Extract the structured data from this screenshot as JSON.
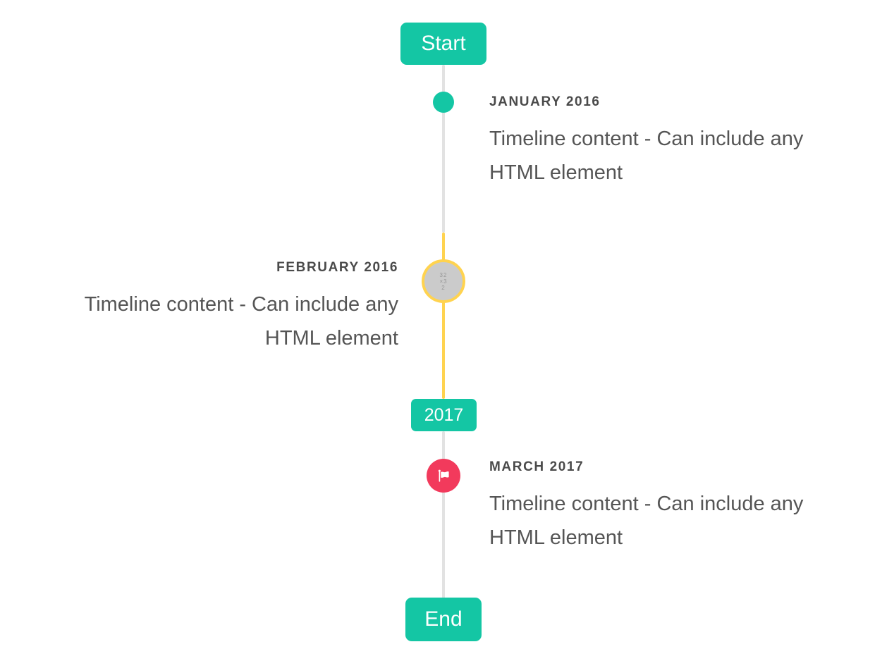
{
  "timeline": {
    "start_label": "Start",
    "end_label": "End",
    "year_badge": "2017",
    "items": [
      {
        "date": "JANUARY 2016",
        "content": "Timeline content - Can include any HTML element",
        "side": "right",
        "marker": "teal-dot"
      },
      {
        "date": "FEBRUARY 2016",
        "content": "Timeline content - Can include any HTML element",
        "side": "left",
        "marker": "avatar-placeholder",
        "avatar_placeholder_text": "32 ×32"
      },
      {
        "date": "MARCH 2017",
        "content": "Timeline content - Can include any HTML element",
        "side": "right",
        "marker": "flag-icon"
      }
    ],
    "colors": {
      "accent_teal": "#14c6a4",
      "highlight_yellow": "#ffd34f",
      "flag_red": "#f23a5c",
      "line_gray": "#e2e2e2",
      "date_text": "#4a4a4a",
      "body_text": "#555555"
    }
  }
}
